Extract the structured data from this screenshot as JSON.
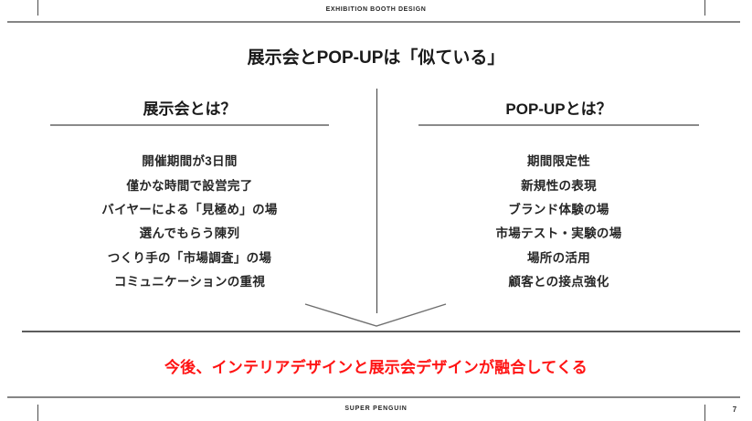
{
  "header": {
    "label": "EXHIBITION BOOTH DESIGN"
  },
  "title": "展示会とPOP-UPは「似ている」",
  "columns": {
    "left": {
      "heading": "展示会とは？",
      "items": [
        "開催期間が3日間",
        "僅かな時間で設営完了",
        "バイヤーによる「見極め」の場",
        "選んでもらう陳列",
        "つくり手の「市場調査」の場",
        "コミュニケーションの重視"
      ]
    },
    "right": {
      "heading": "POP-UPとは？",
      "items": [
        "期間限定性",
        "新規性の表現",
        "ブランド体験の場",
        "市場テスト・実験の場",
        "場所の活用",
        "顧客との接点強化"
      ]
    }
  },
  "conclusion": "今後、インテリアデザインと展示会デザインが融合してくる",
  "footer": {
    "brand": "SUPER PENGUIN",
    "page_number": "7"
  },
  "colors": {
    "accent_red": "#ff1414",
    "rule_gray": "#858585",
    "text_dark": "#1f1f1f"
  }
}
